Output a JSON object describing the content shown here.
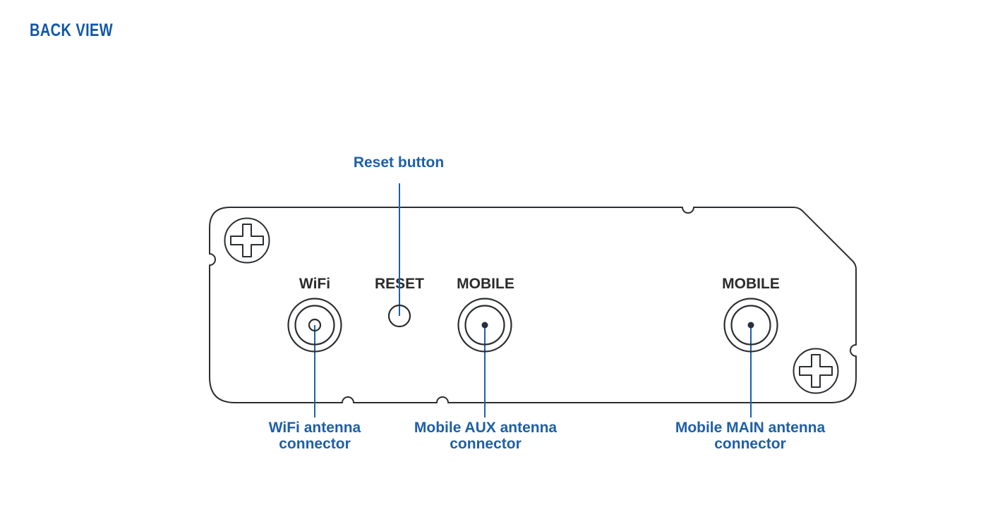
{
  "page": {
    "title": "BACK VIEW"
  },
  "colors": {
    "accent_blue": "#1e5fa8",
    "title_blue": "#0f57a8",
    "outline_dark": "#2b2e31",
    "panel_label_dark": "#2b2b2b",
    "background": "#ffffff"
  },
  "icons": {
    "screw": "phillips-screw-icon",
    "antenna_connector": "coax-connector-icon",
    "reset_hole": "reset-hole-icon"
  },
  "diagram": {
    "panel_labels": [
      {
        "id": "wifi",
        "text": "WiFi"
      },
      {
        "id": "reset",
        "text": "RESET"
      },
      {
        "id": "mobile-aux",
        "text": "MOBILE"
      },
      {
        "id": "mobile-main",
        "text": "MOBILE"
      }
    ],
    "callouts": {
      "reset": {
        "text": "Reset button"
      },
      "bottom": [
        {
          "line1": "WiFi antenna",
          "line2": "connector"
        },
        {
          "line1": "Mobile AUX antenna",
          "line2": "connector"
        },
        {
          "line1": "Mobile MAIN antenna",
          "line2": "connector"
        }
      ]
    }
  }
}
